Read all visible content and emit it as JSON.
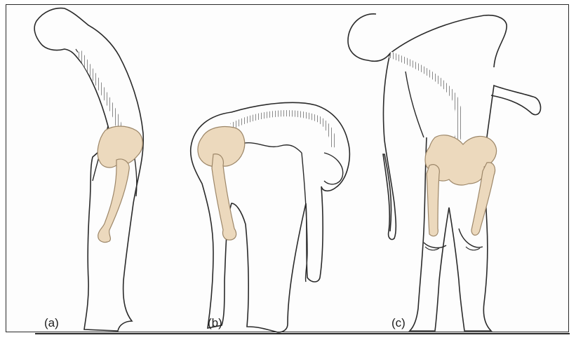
{
  "panels": [
    {
      "label": "(a)"
    },
    {
      "label": "(b)"
    },
    {
      "label": "(c)"
    }
  ],
  "colors": {
    "outline": "#2a2a2a",
    "bone_fill": "#ecd9bd",
    "bone_stroke": "#9c8668",
    "spine_fill": "#ffffff",
    "background": "#fdfdfd"
  }
}
